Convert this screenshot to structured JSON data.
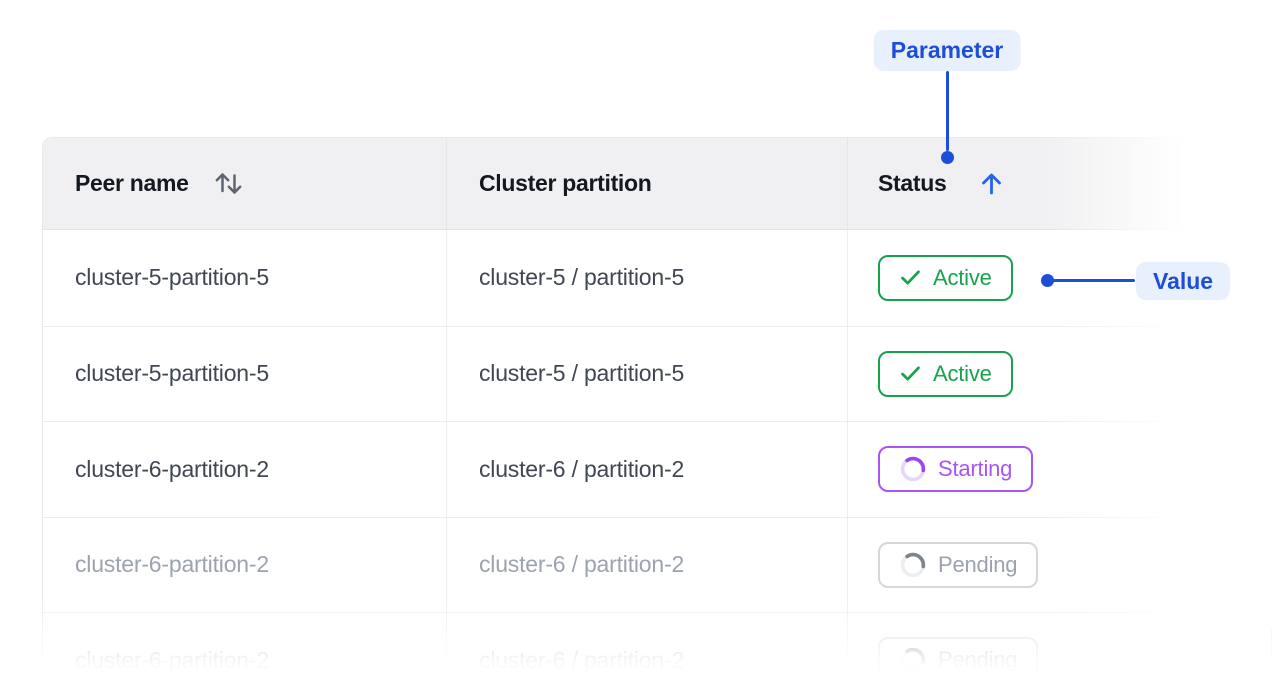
{
  "callouts": {
    "parameter": {
      "label": "Parameter"
    },
    "value": {
      "label": "Value"
    },
    "text_color": "#1d4ed8",
    "background": "#e9f0fd",
    "connector_color": "#1d4ed8"
  },
  "table": {
    "columns": [
      {
        "id": "peer_name",
        "label": "Peer name",
        "sortable": true,
        "sorted": "none",
        "icon": "sort-updown-icon"
      },
      {
        "id": "cluster_partition",
        "label": "Cluster partition",
        "sortable": false,
        "sorted": "none",
        "icon": ""
      },
      {
        "id": "status",
        "label": "Status",
        "sortable": true,
        "sorted": "asc",
        "icon": "arrow-up-icon"
      }
    ],
    "rows": [
      {
        "peer_name": "cluster-5-partition-5",
        "cluster_partition": "cluster-5 / partition-5",
        "status": "Active",
        "status_kind": "active",
        "status_icon": "check-icon",
        "dimmed": false
      },
      {
        "peer_name": "cluster-5-partition-5",
        "cluster_partition": "cluster-5 / partition-5",
        "status": "Active",
        "status_kind": "active",
        "status_icon": "check-icon",
        "dimmed": false
      },
      {
        "peer_name": "cluster-6-partition-2",
        "cluster_partition": "cluster-6 / partition-2",
        "status": "Starting",
        "status_kind": "starting",
        "status_icon": "spinner-icon",
        "dimmed": false
      },
      {
        "peer_name": "cluster-6-partition-2",
        "cluster_partition": "cluster-6 / partition-2",
        "status": "Pending",
        "status_kind": "pending",
        "status_icon": "spinner-icon",
        "dimmed": true
      },
      {
        "peer_name": "cluster-6-partition-2",
        "cluster_partition": "cluster-6 / partition-2",
        "status": "Pending",
        "status_kind": "pending",
        "status_icon": "spinner-icon",
        "dimmed": true
      }
    ],
    "status_colors": {
      "active": "#16a34a",
      "starting": "#a855f7",
      "pending": "#9ca3af"
    },
    "header_background": "#f0f0f2",
    "sort_icon_color": "#5d6570",
    "sorted_arrow_color": "#2563eb"
  }
}
